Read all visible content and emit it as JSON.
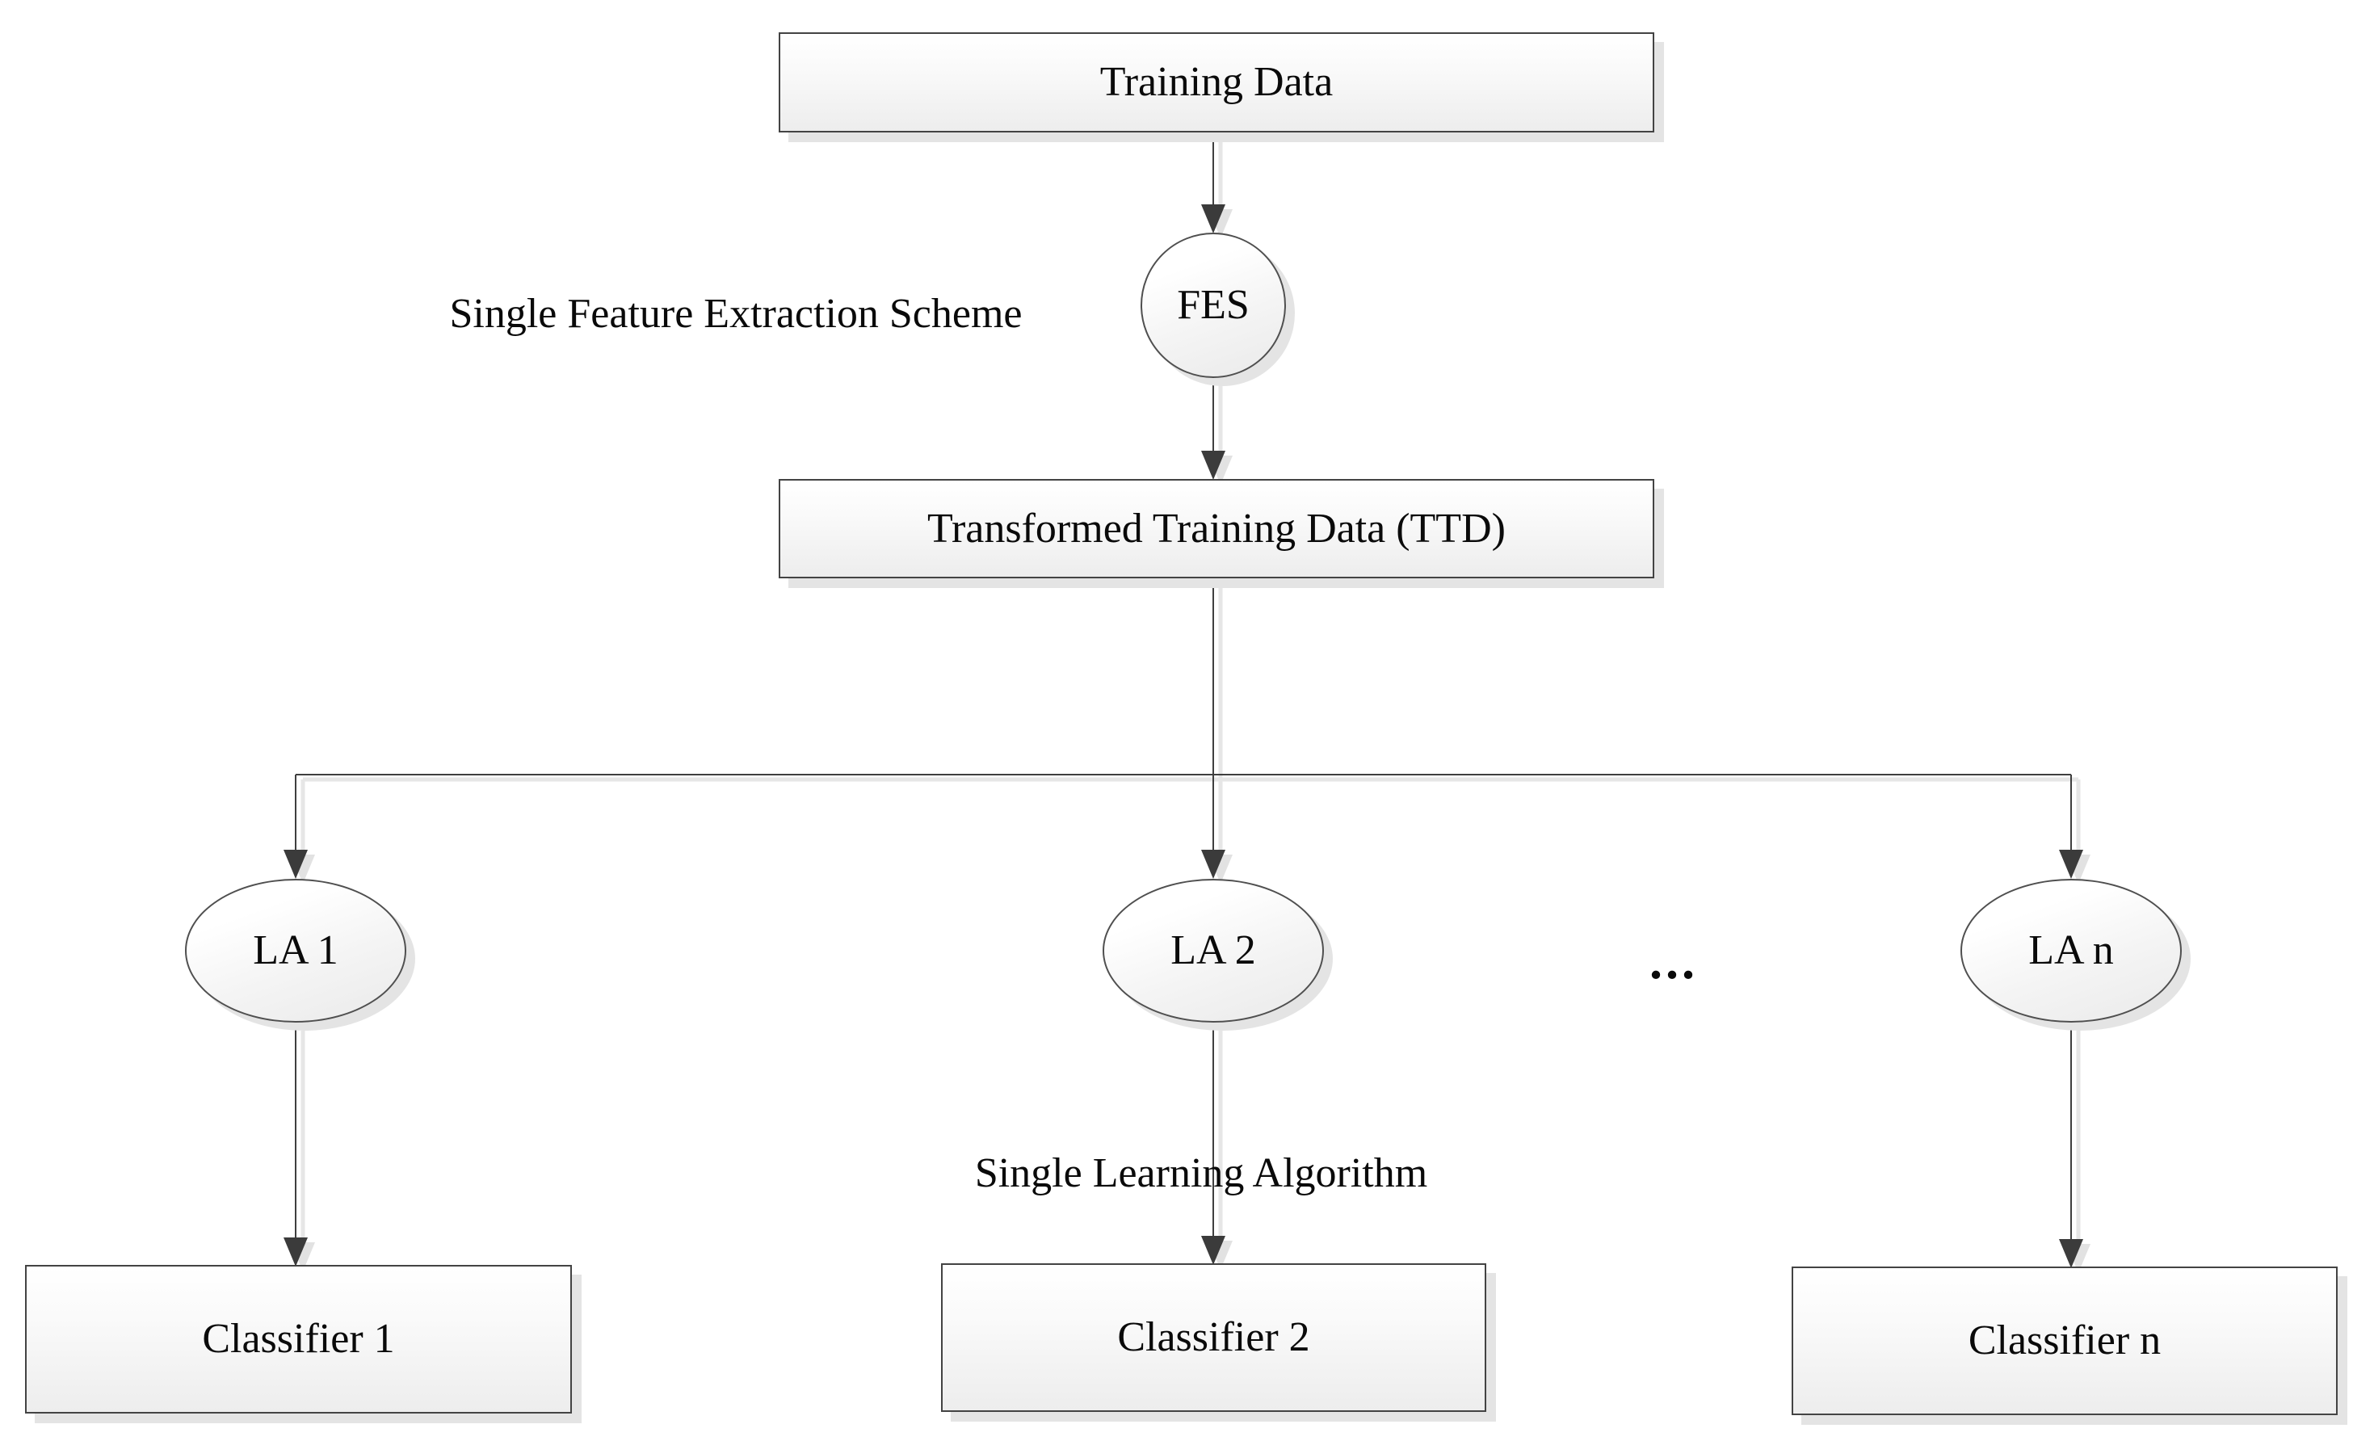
{
  "diagram": {
    "title": "Single feature extraction scheme with multiple learning algorithms",
    "background_color": "#ffffff",
    "colors": {
      "line": "#3f3f3f",
      "arrowhead": "#3b3b3b",
      "shadow": "#e4e4e4",
      "node_border": "#434343",
      "node_fill_top": "#ffffff",
      "node_fill_bottom": "#ededed",
      "text": "#0a0a0a"
    },
    "nodes": {
      "training_data": {
        "label": "Training Data",
        "shape": "rectangle"
      },
      "fes": {
        "label": "FES",
        "shape": "ellipse"
      },
      "ttd": {
        "label": "Transformed Training Data (TTD)",
        "shape": "rectangle"
      },
      "la1": {
        "label": "LA 1",
        "shape": "ellipse"
      },
      "la2": {
        "label": "LA 2",
        "shape": "ellipse"
      },
      "ellipsis": {
        "label": "...",
        "shape": "text"
      },
      "lan": {
        "label": "LA n",
        "shape": "ellipse"
      },
      "classifier1": {
        "label": "Classifier 1",
        "shape": "rectangle"
      },
      "classifier2": {
        "label": "Classifier 2",
        "shape": "rectangle"
      },
      "classifiern": {
        "label": "Classifier n",
        "shape": "rectangle"
      }
    },
    "annotations": {
      "feature_extraction": {
        "label": "Single Feature Extraction Scheme"
      },
      "learning_algorithm": {
        "label": "Single Learning Algorithm"
      }
    },
    "edges": [
      "training_data -> fes",
      "fes -> ttd",
      "ttd -> la1",
      "ttd -> la2",
      "ttd -> lan",
      "la1 -> classifier1",
      "la2 -> classifier2",
      "lan -> classifiern"
    ]
  }
}
